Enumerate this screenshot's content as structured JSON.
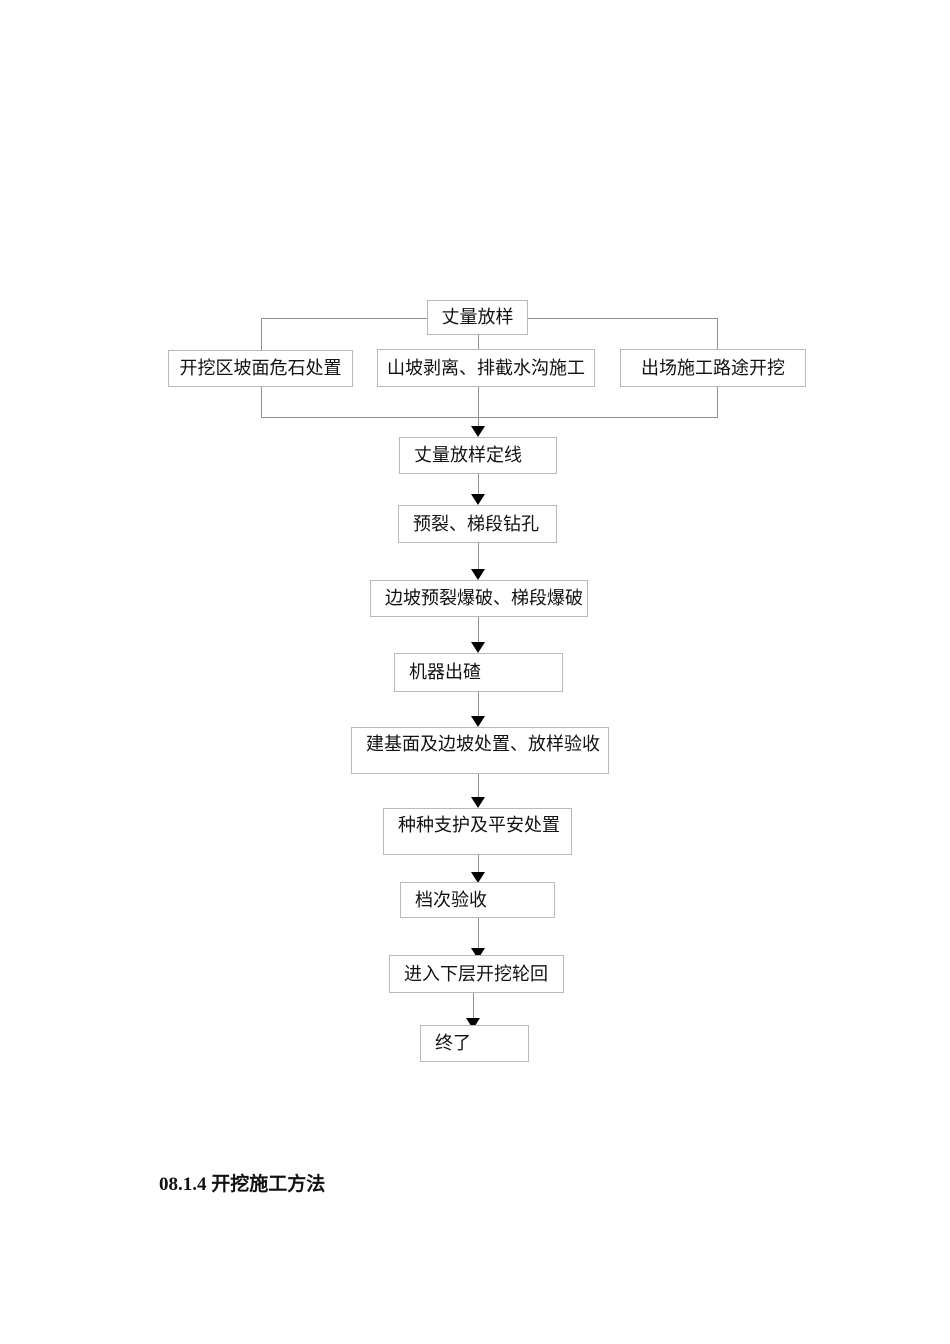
{
  "page": {
    "background_color": "#ffffff",
    "box_border_color": "#b9b9b9",
    "connector_color": "#8f8f8f",
    "arrow_color": "#000000",
    "text_color": "#121212"
  },
  "caption": {
    "text": "08.1.4 开挖施工方法"
  },
  "chart_data": {
    "type": "diagram",
    "diagram_kind": "flowchart",
    "title": "08.1.4 开挖施工方法",
    "orientation": "top-to-bottom",
    "nodes": [
      {
        "id": "n1",
        "label": "丈量放样"
      },
      {
        "id": "n2a",
        "label": "开挖区坡面危石处置"
      },
      {
        "id": "n2b",
        "label": "山坡剥离、排截水沟施工"
      },
      {
        "id": "n2c",
        "label": "出场施工路途开挖"
      },
      {
        "id": "n3",
        "label": "丈量放样定线"
      },
      {
        "id": "n4",
        "label": "预裂、梯段钻孔"
      },
      {
        "id": "n5",
        "label": "边坡预裂爆破、梯段爆破"
      },
      {
        "id": "n6",
        "label": "机器出碴"
      },
      {
        "id": "n7",
        "label": "建基面及边坡处置、放样验收"
      },
      {
        "id": "n8",
        "label": "种种支护及平安处置"
      },
      {
        "id": "n9",
        "label": "档次验收"
      },
      {
        "id": "n10",
        "label": "进入下层开挖轮回"
      },
      {
        "id": "n11",
        "label": "终了"
      }
    ],
    "edges": [
      {
        "from": "n1",
        "to": "n2a",
        "style": "orthogonal"
      },
      {
        "from": "n1",
        "to": "n2b",
        "style": "straight"
      },
      {
        "from": "n1",
        "to": "n2c",
        "style": "orthogonal"
      },
      {
        "from": "n2a",
        "to": "n3",
        "style": "orthogonal-merge"
      },
      {
        "from": "n2b",
        "to": "n3",
        "style": "straight"
      },
      {
        "from": "n2c",
        "to": "n3",
        "style": "orthogonal-merge"
      },
      {
        "from": "n3",
        "to": "n4",
        "style": "straight"
      },
      {
        "from": "n4",
        "to": "n5",
        "style": "straight"
      },
      {
        "from": "n5",
        "to": "n6",
        "style": "straight"
      },
      {
        "from": "n6",
        "to": "n7",
        "style": "straight"
      },
      {
        "from": "n7",
        "to": "n8",
        "style": "straight"
      },
      {
        "from": "n8",
        "to": "n9",
        "style": "straight"
      },
      {
        "from": "n9",
        "to": "n10",
        "style": "straight"
      },
      {
        "from": "n10",
        "to": "n11",
        "style": "straight"
      }
    ]
  },
  "flow": {
    "n1": {
      "label": "丈量放样"
    },
    "n2a": {
      "label": "开挖区坡面危石处置"
    },
    "n2b": {
      "label": "山坡剥离、排截水沟施工"
    },
    "n2c": {
      "label": "出场施工路途开挖"
    },
    "n3": {
      "label": "丈量放样定线"
    },
    "n4": {
      "label": "预裂、梯段钻孔"
    },
    "n5": {
      "label": "边坡预裂爆破、梯段爆破"
    },
    "n6": {
      "label": "机器出碴"
    },
    "n7": {
      "label": "建基面及边坡处置、放样验收"
    },
    "n8": {
      "label": "种种支护及平安处置"
    },
    "n9": {
      "label": "档次验收"
    },
    "n10": {
      "label": "进入下层开挖轮回"
    },
    "n11": {
      "label": "终了"
    }
  }
}
